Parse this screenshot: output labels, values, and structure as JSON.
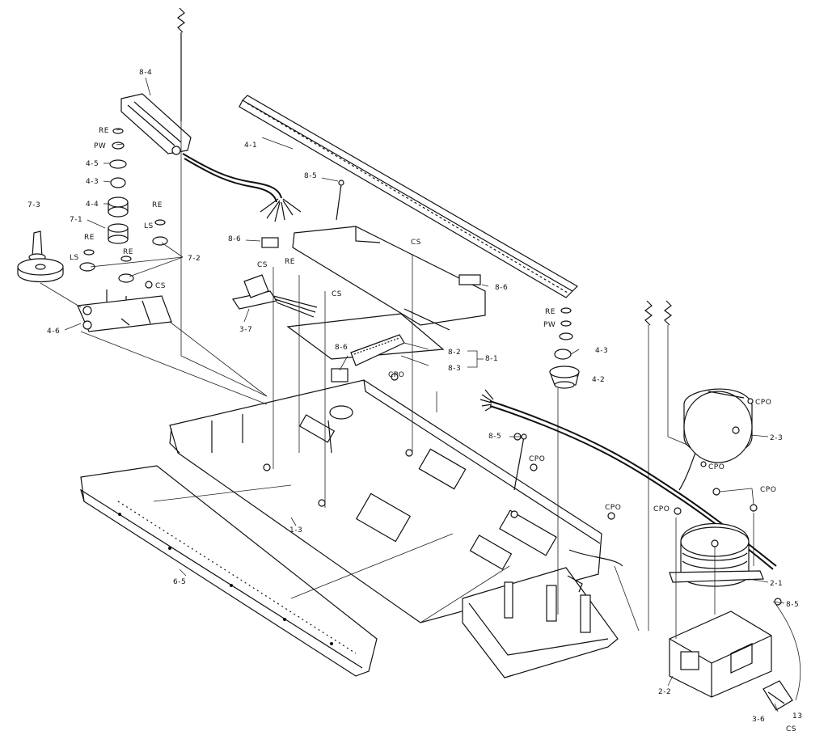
{
  "labels": {
    "l_8_4": "8-4",
    "l_re_1": "RE",
    "l_pw_1": "PW",
    "l_4_5": "4-5",
    "l_4_3a": "4-3",
    "l_4_4": "4-4",
    "l_7_3": "7-3",
    "l_7_1": "7-1",
    "l_re_2": "RE",
    "l_ls_1": "LS",
    "l_re_3": "RE",
    "l_ls_2": "LS",
    "l_re_4": "RE",
    "l_7_2": "7-2",
    "l_cs_1": "CS",
    "l_4_6": "4-6",
    "l_4_1": "4-1",
    "l_8_5a": "8-5",
    "l_8_6a": "8-6",
    "l_cs_2": "CS",
    "l_re_5": "RE",
    "l_cs_3": "CS",
    "l_3_7": "3-7",
    "l_cs_4": "CS",
    "l_8_6b": "8-6",
    "l_8_6c": "8-6",
    "l_8_2": "8-2",
    "l_8_1": "8-1",
    "l_8_3": "8-3",
    "l_cpo_1": "CPO",
    "l_re_6": "RE",
    "l_pw_2": "PW",
    "l_4_3b": "4-3",
    "l_4_2": "4-2",
    "l_cpo_2": "CPO",
    "l_2_3": "2-3",
    "l_cpo_3": "CPO",
    "l_8_5b": "8-5",
    "l_cpo_4": "CPO",
    "l_cpo_5": "CPO",
    "l_cpo_6": "CPO",
    "l_cpo_7": "CPO",
    "l_1_3": "1-3",
    "l_2_1": "2-1",
    "l_8_5c": "8-5",
    "l_6_5": "6-5",
    "l_2_2": "2-2",
    "l_3_6": "3-6",
    "l_13": "13",
    "l_cs_5": "CS"
  }
}
